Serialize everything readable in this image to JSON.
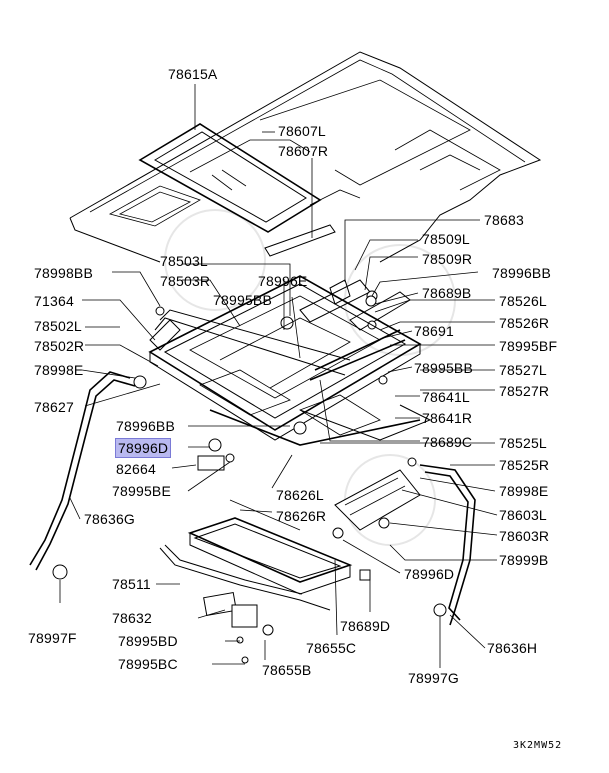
{
  "diagram": {
    "code": "3K2MW52",
    "highlight_color": "#b9b9f0",
    "labels": [
      {
        "id": "78615A",
        "text": "78615A"
      },
      {
        "id": "78607L",
        "text": "78607L"
      },
      {
        "id": "78607R",
        "text": "78607R"
      },
      {
        "id": "78683",
        "text": "78683"
      },
      {
        "id": "78509L",
        "text": "78509L"
      },
      {
        "id": "78509R",
        "text": "78509R"
      },
      {
        "id": "78503L",
        "text": "78503L"
      },
      {
        "id": "78503R",
        "text": "78503R"
      },
      {
        "id": "78996E",
        "text": "78996E"
      },
      {
        "id": "78998BB",
        "text": "78998BB"
      },
      {
        "id": "78996BB_top",
        "text": "78996BB"
      },
      {
        "id": "78689B",
        "text": "78689B"
      },
      {
        "id": "71364",
        "text": "71364"
      },
      {
        "id": "78995BB_top",
        "text": "78995BB"
      },
      {
        "id": "78526L",
        "text": "78526L"
      },
      {
        "id": "78526R",
        "text": "78526R"
      },
      {
        "id": "78502L",
        "text": "78502L"
      },
      {
        "id": "78691",
        "text": "78691"
      },
      {
        "id": "78502R",
        "text": "78502R"
      },
      {
        "id": "78995BF",
        "text": "78995BF"
      },
      {
        "id": "78998E_left",
        "text": "78998E"
      },
      {
        "id": "78995BB_right",
        "text": "78995BB"
      },
      {
        "id": "78527L",
        "text": "78527L"
      },
      {
        "id": "78527R",
        "text": "78527R"
      },
      {
        "id": "78627",
        "text": "78627"
      },
      {
        "id": "78641L",
        "text": "78641L"
      },
      {
        "id": "78641R",
        "text": "78641R"
      },
      {
        "id": "78996BB_mid",
        "text": "78996BB"
      },
      {
        "id": "78689C",
        "text": "78689C"
      },
      {
        "id": "78525L",
        "text": "78525L"
      },
      {
        "id": "78996D_hl",
        "text": "78996D"
      },
      {
        "id": "78525R",
        "text": "78525R"
      },
      {
        "id": "82664",
        "text": "82664"
      },
      {
        "id": "78998E_right",
        "text": "78998E"
      },
      {
        "id": "78995BE",
        "text": "78995BE"
      },
      {
        "id": "78626L",
        "text": "78626L"
      },
      {
        "id": "78603L",
        "text": "78603L"
      },
      {
        "id": "78636G",
        "text": "78636G"
      },
      {
        "id": "78626R",
        "text": "78626R"
      },
      {
        "id": "78603R",
        "text": "78603R"
      },
      {
        "id": "78999B",
        "text": "78999B"
      },
      {
        "id": "78996D",
        "text": "78996D"
      },
      {
        "id": "78511",
        "text": "78511"
      },
      {
        "id": "78997F",
        "text": "78997F"
      },
      {
        "id": "78632",
        "text": "78632"
      },
      {
        "id": "78689D",
        "text": "78689D"
      },
      {
        "id": "78995BD",
        "text": "78995BD"
      },
      {
        "id": "78655C",
        "text": "78655C"
      },
      {
        "id": "78636H",
        "text": "78636H"
      },
      {
        "id": "78995BC",
        "text": "78995BC"
      },
      {
        "id": "78655B",
        "text": "78655B"
      },
      {
        "id": "78997G",
        "text": "78997G"
      }
    ]
  }
}
